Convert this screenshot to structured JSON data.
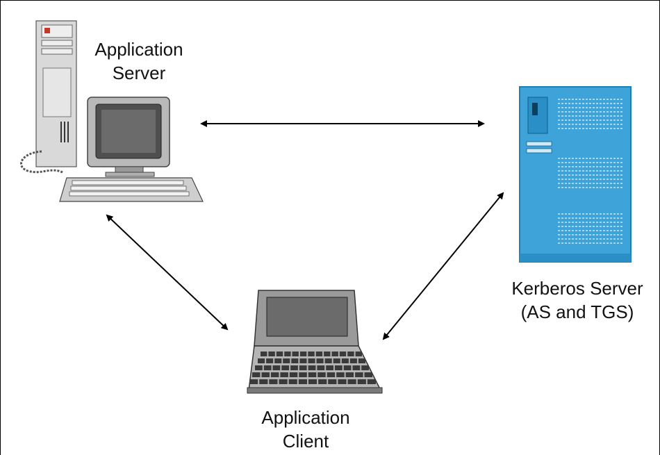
{
  "nodes": {
    "application_server": {
      "line1": "Application",
      "line2": "Server"
    },
    "kerberos_server": {
      "line1": "Kerberos Server",
      "line2": "(AS and TGS)"
    },
    "application_client": {
      "line1": "Application",
      "line2": "Client"
    }
  },
  "connections": [
    {
      "from": "application_server",
      "to": "kerberos_server",
      "direction": "bidirectional"
    },
    {
      "from": "application_server",
      "to": "application_client",
      "direction": "bidirectional"
    },
    {
      "from": "application_client",
      "to": "kerberos_server",
      "direction": "bidirectional"
    }
  ],
  "colors": {
    "kerberos_server": "#3ea3d8",
    "kerberos_server_dark": "#1f7fb5",
    "device_gray": "#b9b9b9",
    "screen": "#6b6b6b",
    "arrow": "#000000"
  },
  "icons": {
    "application_server": "desktop-computer-icon",
    "kerberos_server": "tower-server-icon",
    "application_client": "laptop-icon"
  }
}
